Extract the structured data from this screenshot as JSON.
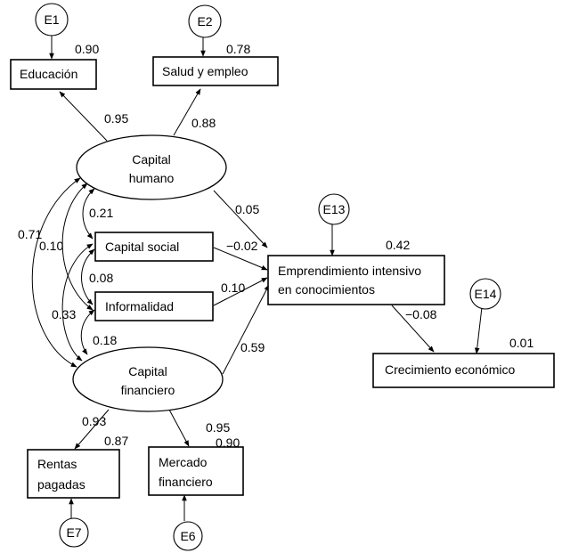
{
  "errors": {
    "e1": "E1",
    "e2": "E2",
    "e13": "E13",
    "e14": "E14",
    "e7": "E7",
    "e6": "E6"
  },
  "latent": {
    "capital_humano": [
      "Capital",
      "humano"
    ],
    "capital_financiero": [
      "Capital",
      "financiero"
    ]
  },
  "observed": {
    "educacion": "Educación",
    "salud_empleo": "Salud y empleo",
    "capital_social": "Capital social",
    "informalidad": "Informalidad",
    "emprendimiento": [
      "Emprendimiento intensivo",
      "en conocimientos"
    ],
    "crecimiento": "Crecimiento económico",
    "rentas": [
      "Rentas",
      "pagadas"
    ],
    "mercado": [
      "Mercado",
      "financiero"
    ]
  },
  "coefficients": {
    "r2_educacion": "0.90",
    "r2_salud": "0.78",
    "load_educacion": "0.95",
    "load_salud": "0.88",
    "humano_emprend": "0.05",
    "social_emprend": "−0.02",
    "inform_emprend": "0.10",
    "financ_emprend": "0.59",
    "r2_emprend": "0.42",
    "emprend_crec": "−0.08",
    "r2_crec": "0.01",
    "cov_humano_social": "0.21",
    "cov_humano_financ": "0.71",
    "cov_humano_inform": "0.10",
    "cov_social_inform": "0.08",
    "cov_social_financ": "0.33",
    "cov_inform_financ": "0.18",
    "load_rentas": "0.93",
    "load_mercado": "0.95",
    "r2_rentas": "0.87",
    "r2_mercado": "0.90"
  }
}
